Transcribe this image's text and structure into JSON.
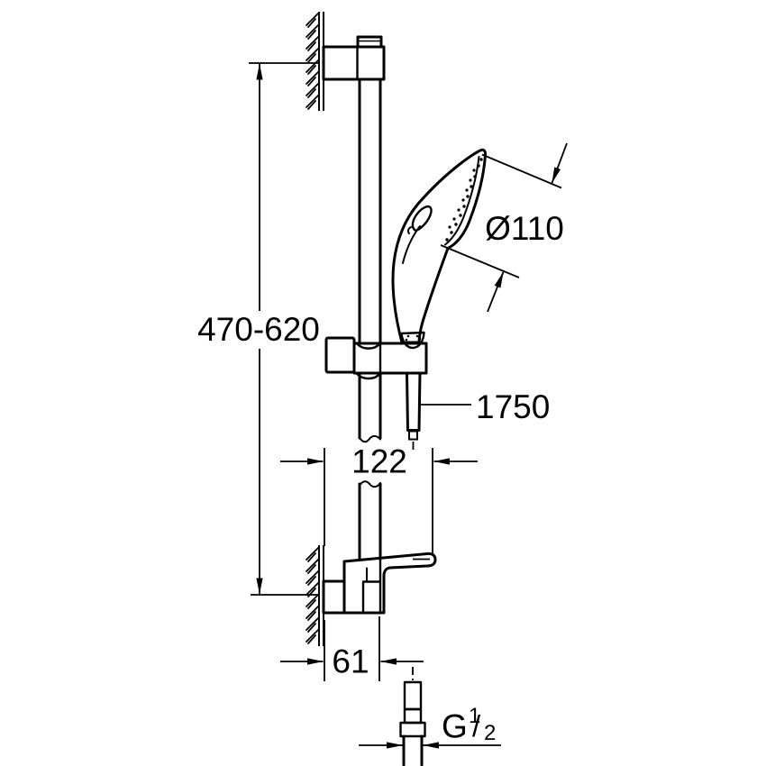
{
  "drawing": {
    "background_color": "#ffffff",
    "line_color": "#000000",
    "labels": {
      "rail_height_range": "470-620",
      "head_diameter": "Ø110",
      "hose_length": "1750",
      "wall_projection": "122",
      "bracket_offset": "61",
      "thread": {
        "letter": "G",
        "numerator": "1",
        "slash": "/",
        "denominator": "2"
      }
    }
  }
}
